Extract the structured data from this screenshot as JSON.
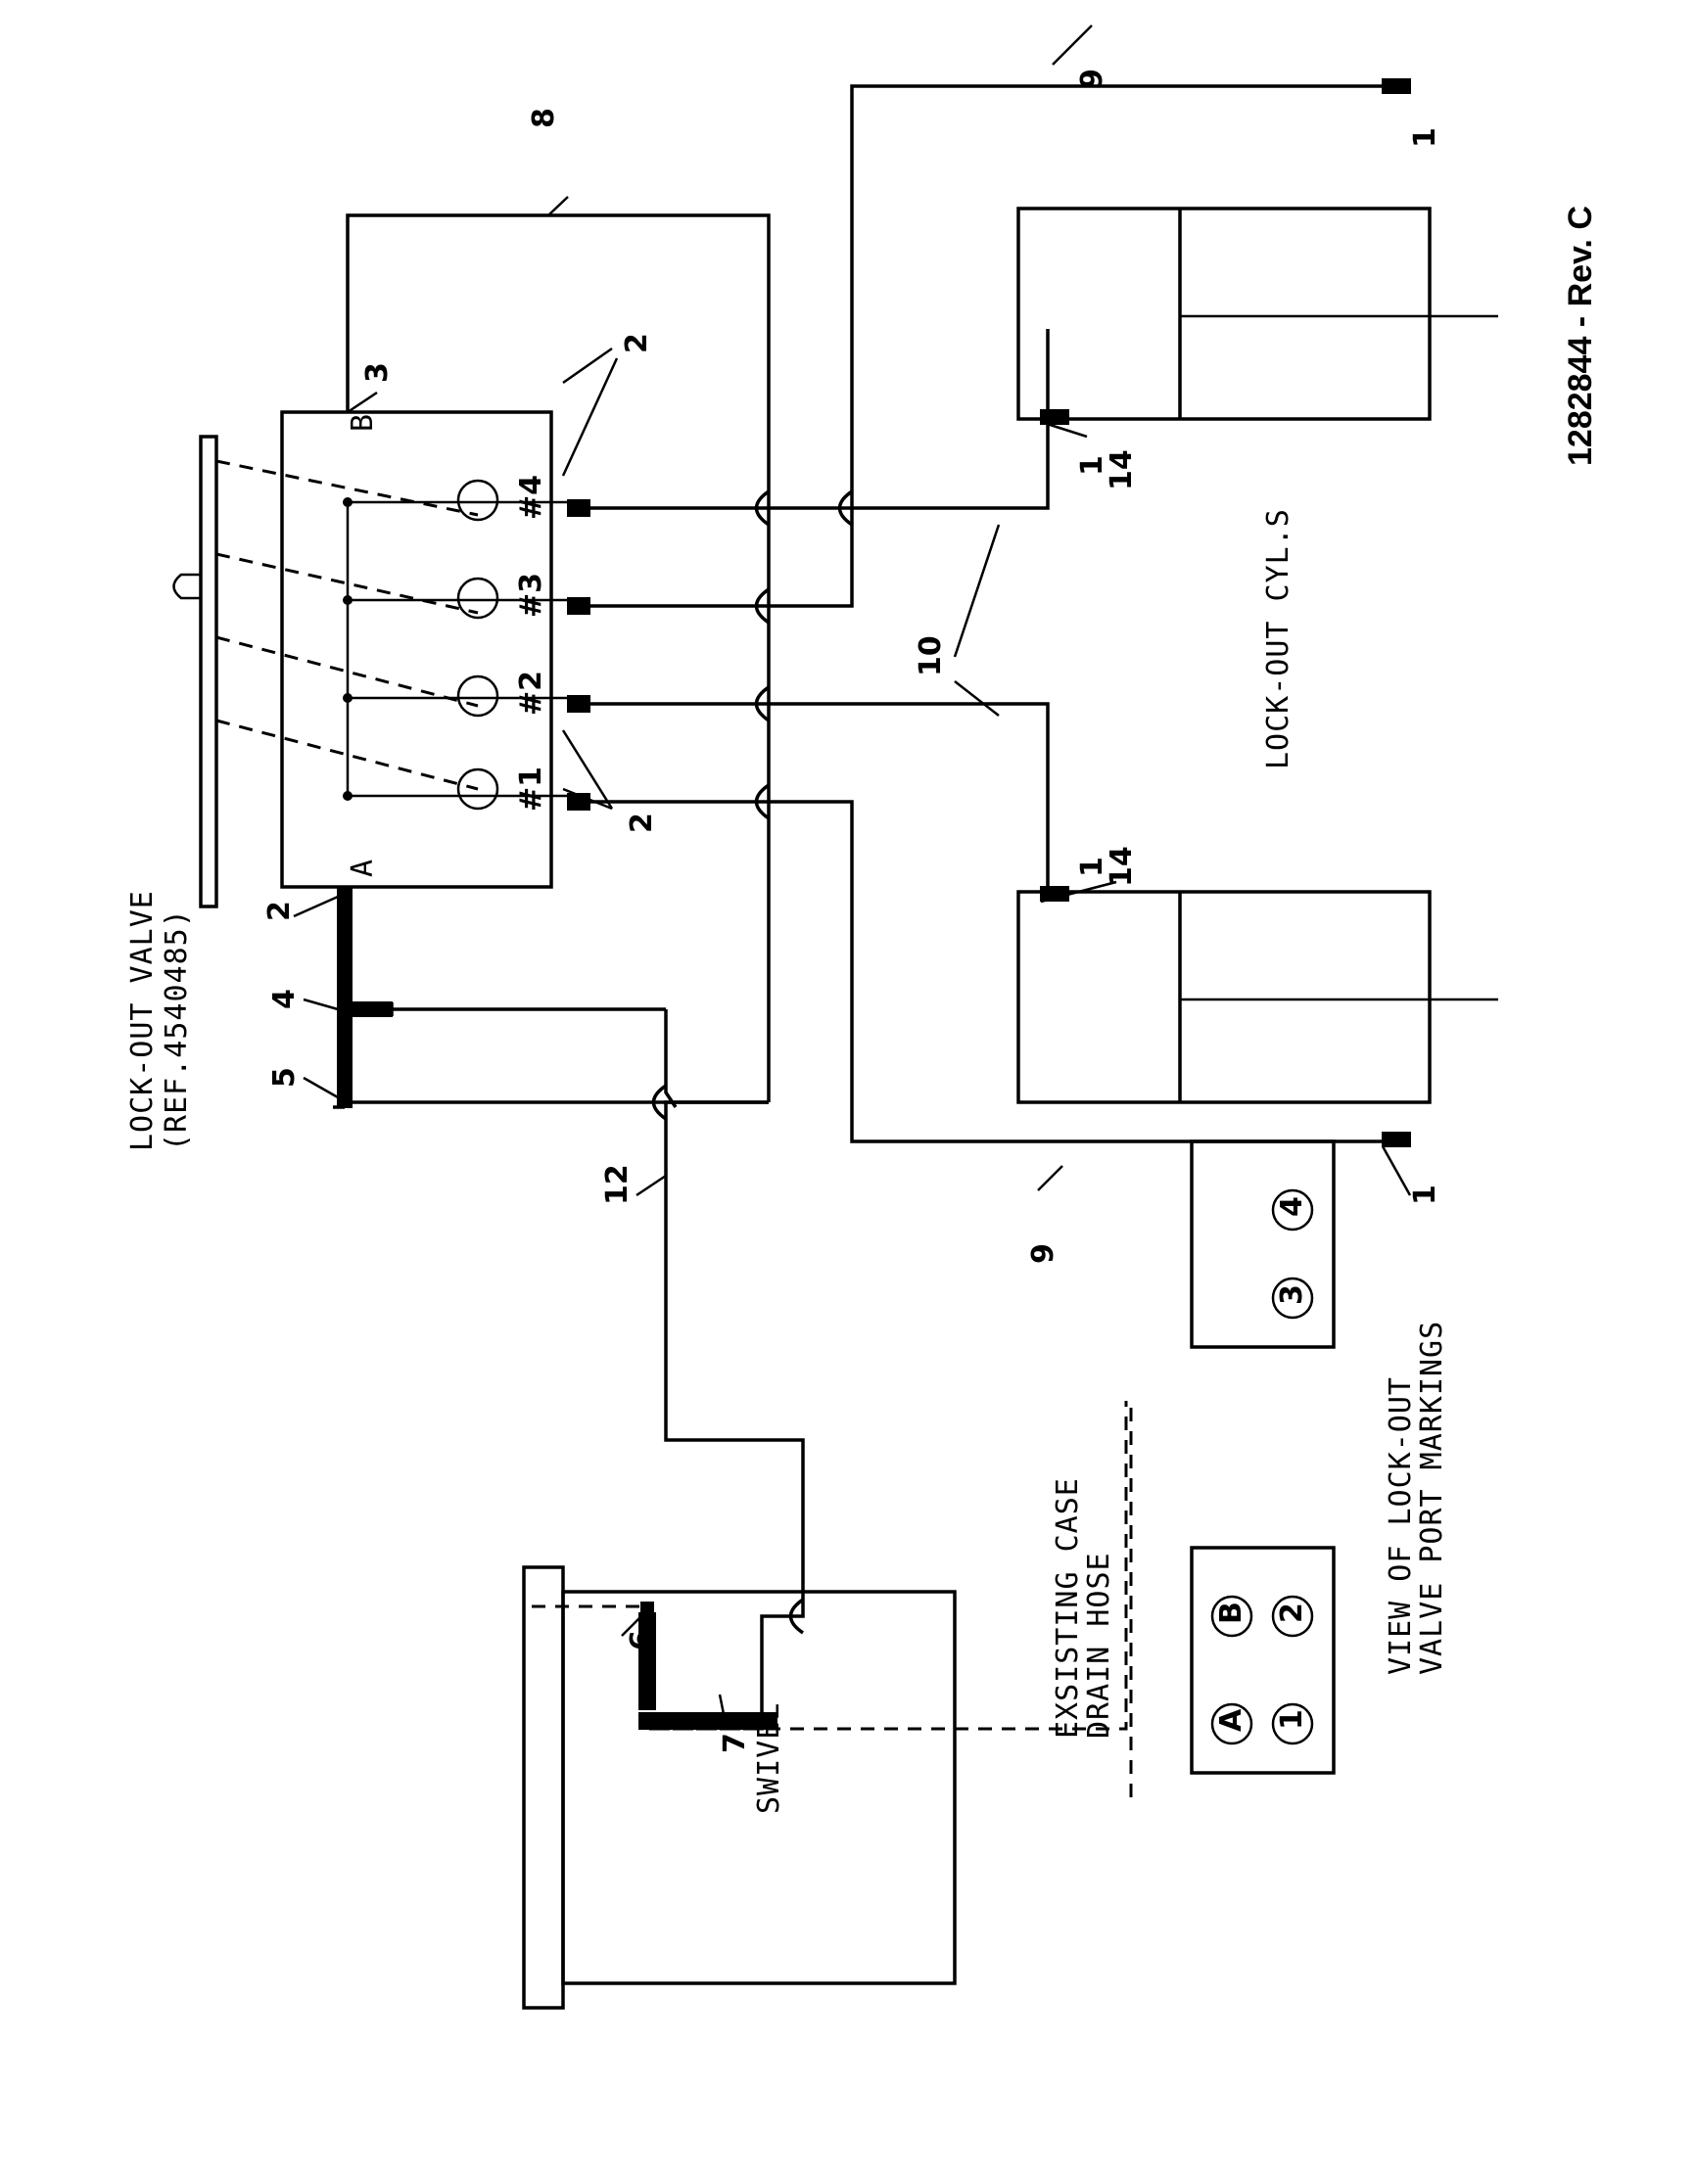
{
  "drawing_number": "1282844 - Rev. C",
  "titles": {
    "lockout_valve_line1": "LOCK-OUT VALVE",
    "lockout_valve_line2": "(REF.4540485)",
    "lockout_cylinders": "LOCK-OUT CYL.S",
    "swivel": "SWIVEL",
    "drain_hose_line1": "EXSISTING CASE",
    "drain_hose_line2": "DRAIN HOSE",
    "port_view_line1": "VIEW OF LOCK-OUT",
    "port_view_line2": "VALVE PORT MARKINGS"
  },
  "valve_ports": {
    "port_a": "A",
    "port_b": "B",
    "port_1": "#1",
    "port_2": "#2",
    "port_3": "#3",
    "port_4": "#4"
  },
  "port_markings_left": [
    "A",
    "B",
    "1",
    "2"
  ],
  "port_markings_right": [
    "3",
    "4"
  ],
  "callouts": {
    "item_1": "1",
    "item_2": "2",
    "item_3": "3",
    "item_4": "4",
    "item_5": "5",
    "item_6": "6",
    "item_7": "7",
    "item_8": "8",
    "item_9": "9",
    "item_10": "10",
    "item_12": "12",
    "item_14": "14"
  }
}
